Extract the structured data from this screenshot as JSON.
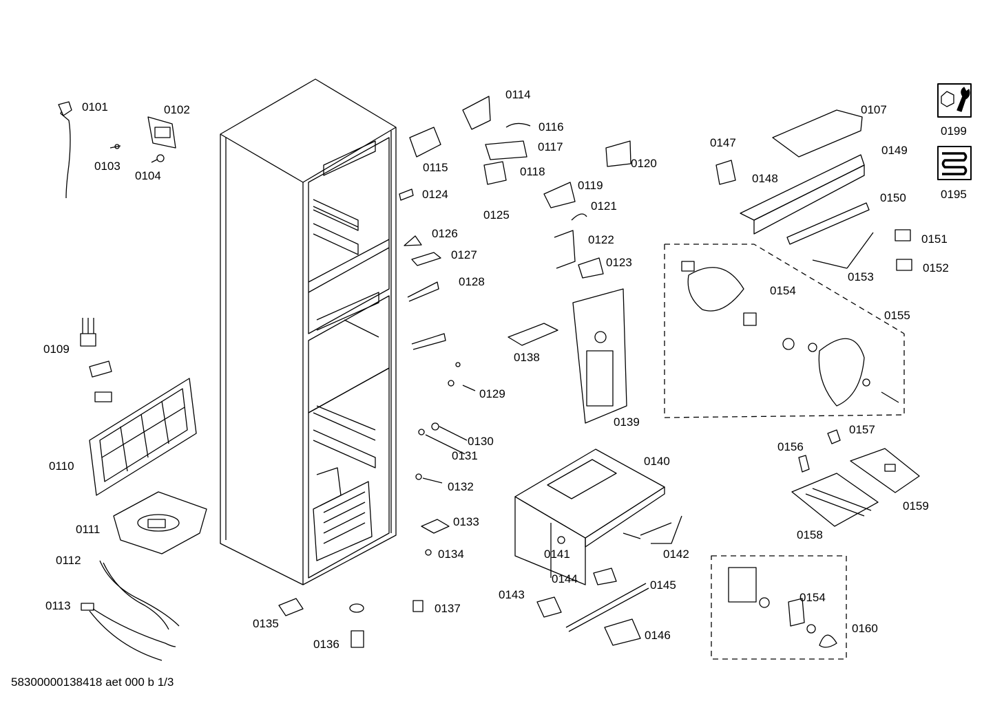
{
  "labels": {
    "p0101": "0101",
    "p0102": "0102",
    "p0103": "0103",
    "p0104": "0104",
    "p0107": "0107",
    "p0109": "0109",
    "p0110": "0110",
    "p0111": "0111",
    "p0112": "0112",
    "p0113": "0113",
    "p0114": "0114",
    "p0115": "0115",
    "p0116": "0116",
    "p0117": "0117",
    "p0118": "0118",
    "p0119": "0119",
    "p0120": "0120",
    "p0121": "0121",
    "p0122": "0122",
    "p0123": "0123",
    "p0124": "0124",
    "p0125": "0125",
    "p0126": "0126",
    "p0127": "0127",
    "p0128": "0128",
    "p0129": "0129",
    "p0130": "0130",
    "p0131": "0131",
    "p0132": "0132",
    "p0133": "0133",
    "p0134": "0134",
    "p0135": "0135",
    "p0136": "0136",
    "p0137": "0137",
    "p0138": "0138",
    "p0139": "0139",
    "p0140": "0140",
    "p0141": "0141",
    "p0142": "0142",
    "p0143": "0143",
    "p0144": "0144",
    "p0145": "0145",
    "p0146": "0146",
    "p0147": "0147",
    "p0148": "0148",
    "p0149": "0149",
    "p0150": "0150",
    "p0151": "0151",
    "p0152": "0152",
    "p0153": "0153",
    "p0154a": "0154",
    "p0154b": "0154",
    "p0155": "0155",
    "p0156": "0156",
    "p0157": "0157",
    "p0158": "0158",
    "p0159": "0159",
    "p0160": "0160",
    "p0195": "0195",
    "p0199": "0199"
  },
  "footer": "58300000138418 aet 000 b 1/3",
  "icons": {
    "tools": "wrench-nut-icon",
    "heater": "heating-coil-icon"
  }
}
